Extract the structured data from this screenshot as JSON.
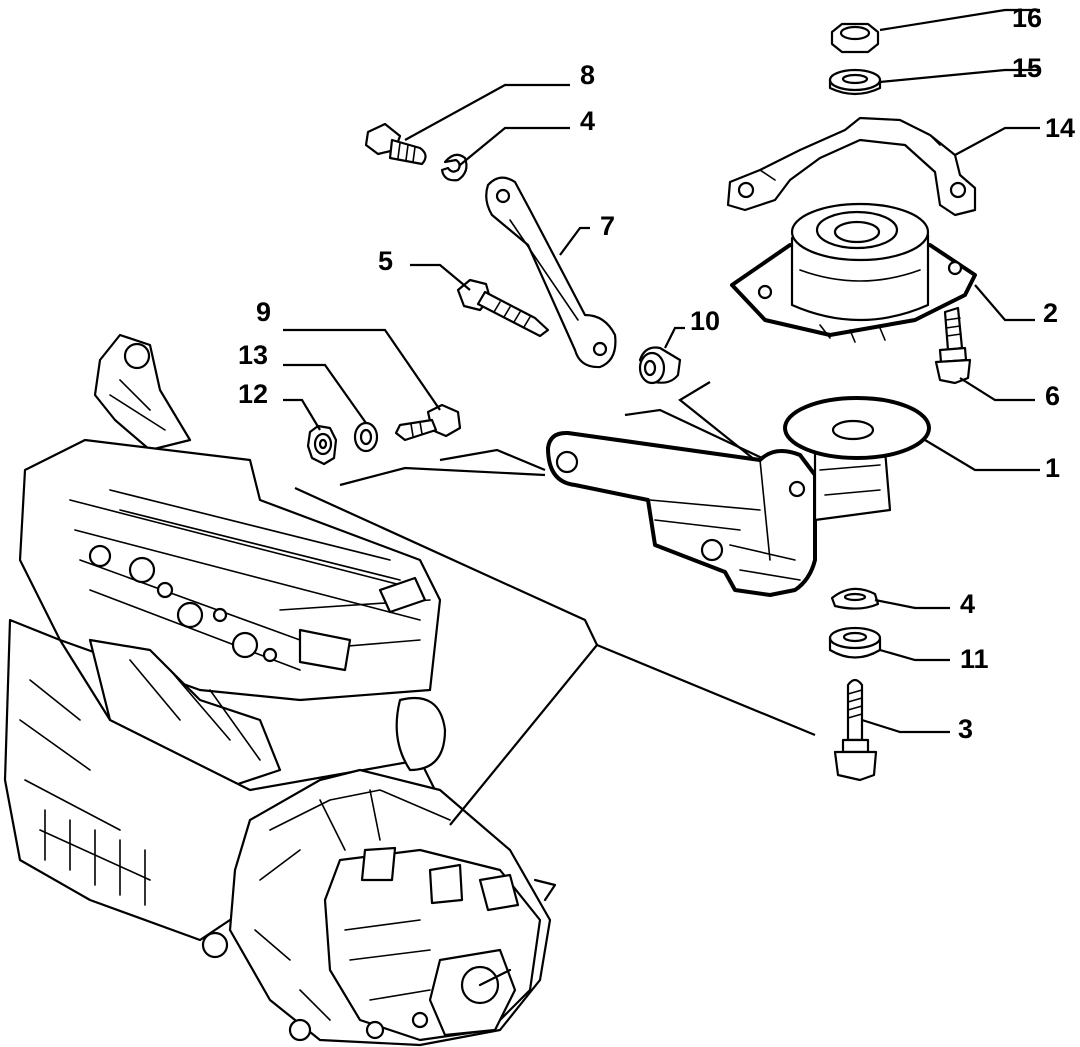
{
  "callouts": [
    {
      "id": "c16",
      "text": "16"
    },
    {
      "id": "c15",
      "text": "15"
    },
    {
      "id": "c14",
      "text": "14"
    },
    {
      "id": "c8",
      "text": "8"
    },
    {
      "id": "c4a",
      "text": "4"
    },
    {
      "id": "c7",
      "text": "7"
    },
    {
      "id": "c5",
      "text": "5"
    },
    {
      "id": "c2",
      "text": "2"
    },
    {
      "id": "c10",
      "text": "10"
    },
    {
      "id": "c9",
      "text": "9"
    },
    {
      "id": "c13",
      "text": "13"
    },
    {
      "id": "c12",
      "text": "12"
    },
    {
      "id": "c6",
      "text": "6"
    },
    {
      "id": "c1",
      "text": "1"
    },
    {
      "id": "c4b",
      "text": "4"
    },
    {
      "id": "c11",
      "text": "11"
    },
    {
      "id": "c3",
      "text": "3"
    }
  ]
}
